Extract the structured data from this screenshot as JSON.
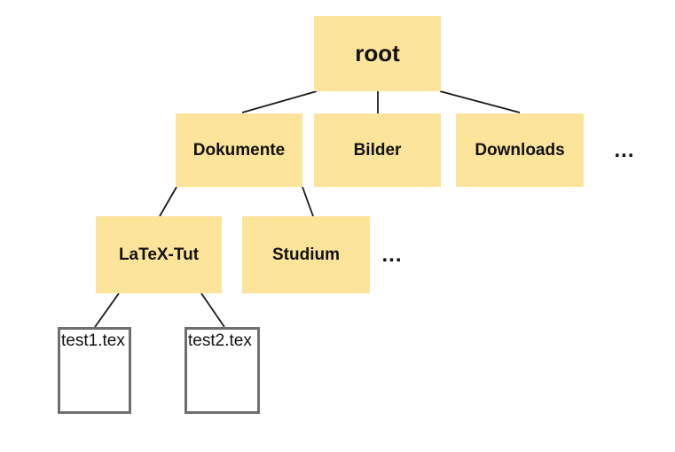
{
  "colors": {
    "folder_fill": "#FDE49B",
    "file_fill": "#FFFFFF",
    "file_border": "#6F6F6F",
    "edge_line": "#1A1A1A",
    "text": "#111111",
    "background": "#FFFFFF"
  },
  "tree": {
    "root": {
      "label": "root"
    },
    "level2": [
      {
        "id": "dokumente",
        "label": "Dokumente"
      },
      {
        "id": "bilder",
        "label": "Bilder"
      },
      {
        "id": "downloads",
        "label": "Downloads"
      },
      {
        "id": "more-level2",
        "label": "..."
      }
    ],
    "level3": [
      {
        "id": "latex-tut",
        "label": "LaTeX-Tut"
      },
      {
        "id": "studium",
        "label": "Studium"
      },
      {
        "id": "more-level3",
        "label": "..."
      }
    ],
    "files": [
      {
        "id": "test1",
        "label": "test1.tex"
      },
      {
        "id": "test2",
        "label": "test2.tex"
      }
    ],
    "edges": [
      [
        "root",
        "dokumente"
      ],
      [
        "root",
        "bilder"
      ],
      [
        "root",
        "downloads"
      ],
      [
        "dokumente",
        "latex-tut"
      ],
      [
        "dokumente",
        "studium"
      ],
      [
        "latex-tut",
        "test1"
      ],
      [
        "latex-tut",
        "test2"
      ]
    ]
  }
}
